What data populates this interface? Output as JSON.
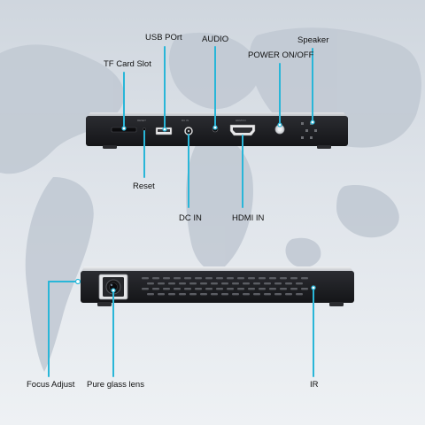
{
  "labels": {
    "tf_card_slot": "TF Card Slot",
    "usb_port": "USB POrt",
    "audio": "AUDIO",
    "power": "POWER ON/OFF",
    "speaker": "Speaker",
    "reset": "Reset",
    "dc_in": "DC IN",
    "hdmi_in": "HDMI IN",
    "focus_adjust": "Focus Adjust",
    "pure_glass_lens": "Pure glass lens",
    "ir": "IR"
  },
  "colors": {
    "callout": "#29b6d8",
    "device_body": "#1e1f23",
    "device_top": "#c9ccd1",
    "background": "#d6dce3",
    "map": "#c4ccd6"
  }
}
